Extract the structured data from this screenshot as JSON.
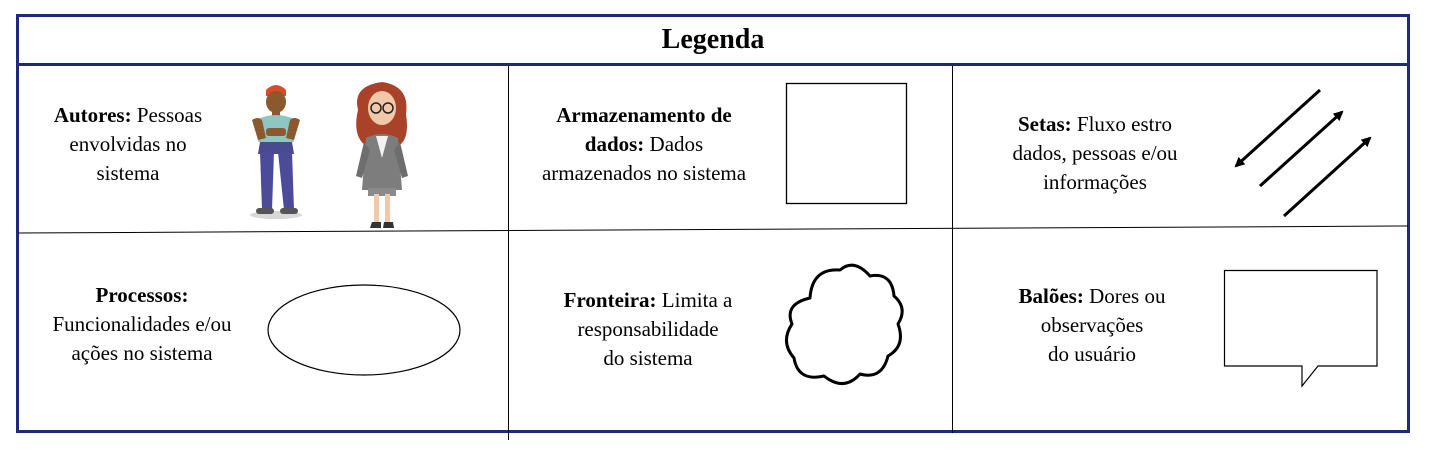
{
  "legend": {
    "title": "Legenda",
    "items": [
      {
        "term": "Autores:",
        "desc_lines": [
          " Pessoas",
          "envolvidas no",
          "sistema"
        ],
        "icon": "people-figures"
      },
      {
        "term": "Armazenamento de",
        "term2": "dados:",
        "desc_lines": [
          " Dados",
          "armazenados no sistema"
        ],
        "icon": "square"
      },
      {
        "term": "Setas:",
        "desc_lines": [
          " Fluxo estro",
          "dados, pessoas e/ou",
          "informações"
        ],
        "icon": "arrows"
      },
      {
        "term": "Processos:",
        "desc_lines": [
          "Funcionalidades e/ou",
          "ações no sistema"
        ],
        "icon": "ellipse"
      },
      {
        "term": "Fronteira:",
        "desc_lines": [
          " Limita a",
          "responsabilidade",
          "do sistema"
        ],
        "icon": "cloud"
      },
      {
        "term": "Balões:",
        "desc_lines": [
          " Dores ou",
          "observações",
          "do usuário"
        ],
        "icon": "speech-bubble"
      }
    ]
  },
  "colors": {
    "border": "#1f2a7a",
    "lines": "#000000"
  }
}
